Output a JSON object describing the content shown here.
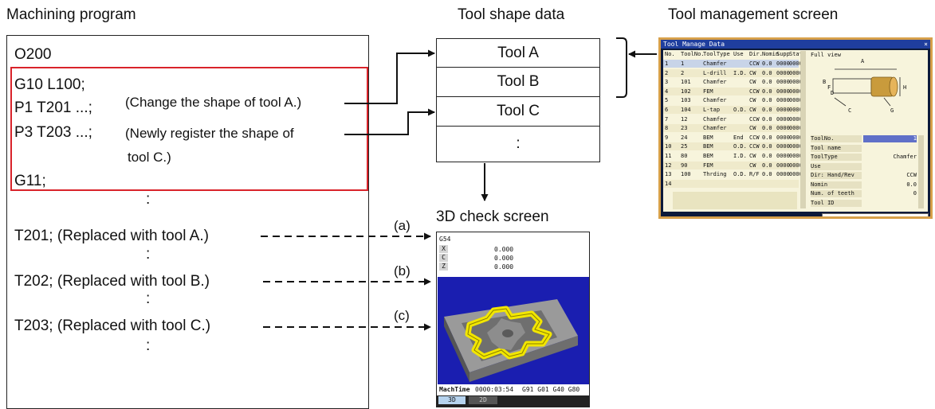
{
  "titles": {
    "machining_program": "Machining program",
    "tool_shape_data": "Tool shape data",
    "tool_management_screen": "Tool management screen",
    "check_screen": "3D check screen"
  },
  "program": {
    "o_number": "O200",
    "g10": "G10 L100;",
    "p1": "P1 T201 ...;",
    "p1_note": "(Change the shape of tool A.)",
    "p3": "P3 T203 ...;",
    "p3_note_1": "(Newly register the shape of",
    "p3_note_2": "tool C.)",
    "g11": "G11;",
    "t201": "T201; (Replaced with tool A.)",
    "t202": "T202; (Replaced with tool B.)",
    "t203": "T203; (Replaced with tool C.)",
    "dots": ":"
  },
  "tool_shape": [
    "Tool A",
    "Tool B",
    "Tool C",
    ":"
  ],
  "arrow_labels": [
    "(a)",
    "(b)",
    "(c)"
  ],
  "check_screen": {
    "work_offset": "G54",
    "axes": [
      {
        "name": "X",
        "value": "0.000"
      },
      {
        "name": "C",
        "value": "0.000"
      },
      {
        "name": "Z",
        "value": "0.000"
      }
    ],
    "mach_time_label": "MachTime",
    "mach_time": "0000:03:54",
    "modal": "G91 G01 G40 G80",
    "tabs": [
      "3D",
      "2D"
    ],
    "colors": {
      "background": "#1a1eb0",
      "part": "#7a7a7a",
      "path": "#f2e600"
    }
  },
  "tool_manage": {
    "title": "Tool Manage Data",
    "close": "×",
    "headers": [
      "No.",
      "ToolNo.",
      "ToolType",
      "Use",
      "Dir.",
      "Nomin",
      "Supp",
      "Stat"
    ],
    "rows": [
      [
        "1",
        "1",
        "Chamfer",
        "",
        "CCW",
        "0.0",
        "0000",
        "0000"
      ],
      [
        "2",
        "2",
        "L-drill",
        "I.D.",
        "CW",
        "0.0",
        "0000",
        "0000"
      ],
      [
        "3",
        "101",
        "Chamfer",
        "",
        "CW",
        "0.0",
        "0000",
        "0000"
      ],
      [
        "4",
        "102",
        "FEM",
        "",
        "CCW",
        "0.0",
        "0000",
        "0000"
      ],
      [
        "5",
        "103",
        "Chamfer",
        "",
        "CW",
        "0.0",
        "0000",
        "0000"
      ],
      [
        "6",
        "104",
        "L-tap",
        "O.D.",
        "CW",
        "0.0",
        "0000",
        "0000"
      ],
      [
        "7",
        "12",
        "Chamfer",
        "",
        "CCW",
        "0.0",
        "0000",
        "0000"
      ],
      [
        "8",
        "23",
        "Chamfer",
        "",
        "CW",
        "0.0",
        "0000",
        "0000"
      ],
      [
        "9",
        "24",
        "BEM",
        "End",
        "CCW",
        "0.0",
        "0000",
        "0000"
      ],
      [
        "10",
        "25",
        "BEM",
        "O.D.",
        "CCW",
        "0.0",
        "0000",
        "0000"
      ],
      [
        "11",
        "80",
        "BEM",
        "I.D.",
        "CW",
        "0.0",
        "0000",
        "0000"
      ],
      [
        "12",
        "90",
        "FEM",
        "",
        "CW",
        "0.0",
        "0000",
        "0000"
      ],
      [
        "13",
        "100",
        "Thrding",
        "O.D.",
        "R/F",
        "0.0",
        "0000",
        "0000"
      ],
      [
        "14",
        "",
        "",
        "",
        "",
        "",
        "",
        ""
      ]
    ],
    "full_view": "Full view",
    "dim_labels": [
      "A",
      "B",
      "D",
      "C",
      "G",
      "H",
      "F"
    ],
    "props": [
      {
        "label": "ToolNo.",
        "value": ""
      },
      {
        "label": "Tool name",
        "value": ""
      },
      {
        "label": "ToolType",
        "value": "Chamfer"
      },
      {
        "label": "Use",
        "value": ""
      },
      {
        "label": "Dir: Hand/Rev",
        "value": "CCW"
      },
      {
        "label": "Nomin",
        "value": "0.0"
      },
      {
        "label": "Num. of teeth",
        "value": "0"
      },
      {
        "label": "Tool ID",
        "value": ""
      }
    ],
    "selected_value": "1"
  }
}
